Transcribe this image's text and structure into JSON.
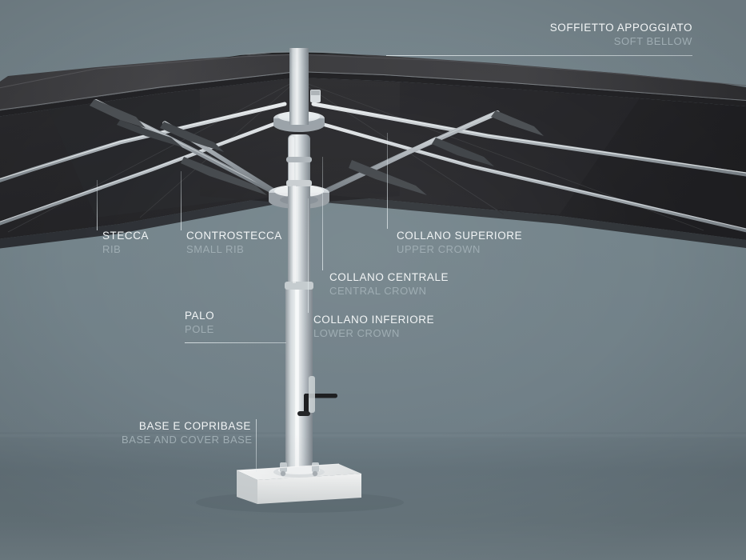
{
  "scene": {
    "title": "Umbrella component diagram",
    "background_color": "#76858c",
    "floor_color": "#6a797f",
    "canopy_color": "#2e2e31",
    "frame_color": "#b6bcc0",
    "base_color": "#f2f3f3",
    "label_color": "#f2f5f6",
    "label_secondary_color": "#9fadb3"
  },
  "callouts": [
    {
      "id": "soft-bellow",
      "italian": "SOFFIETTO APPOGGIATO",
      "english": "SOFT BELLOW",
      "align": "right"
    },
    {
      "id": "rib",
      "italian": "STECCA",
      "english": "RIB",
      "align": "left"
    },
    {
      "id": "small-rib",
      "italian": "CONTROSTECCA",
      "english": "SMALL RIB",
      "align": "left"
    },
    {
      "id": "upper-crown",
      "italian": "COLLANO SUPERIORE",
      "english": "UPPER CROWN",
      "align": "left"
    },
    {
      "id": "central-crown",
      "italian": "COLLANO CENTRALE",
      "english": "CENTRAL CROWN",
      "align": "left"
    },
    {
      "id": "lower-crown",
      "italian": "COLLANO INFERIORE",
      "english": "LOWER CROWN",
      "align": "left"
    },
    {
      "id": "pole",
      "italian": "PALO",
      "english": "POLE",
      "align": "left"
    },
    {
      "id": "base-and-cover",
      "italian": "BASE E COPRIBASE",
      "english": "BASE AND COVER BASE",
      "align": "left"
    }
  ]
}
